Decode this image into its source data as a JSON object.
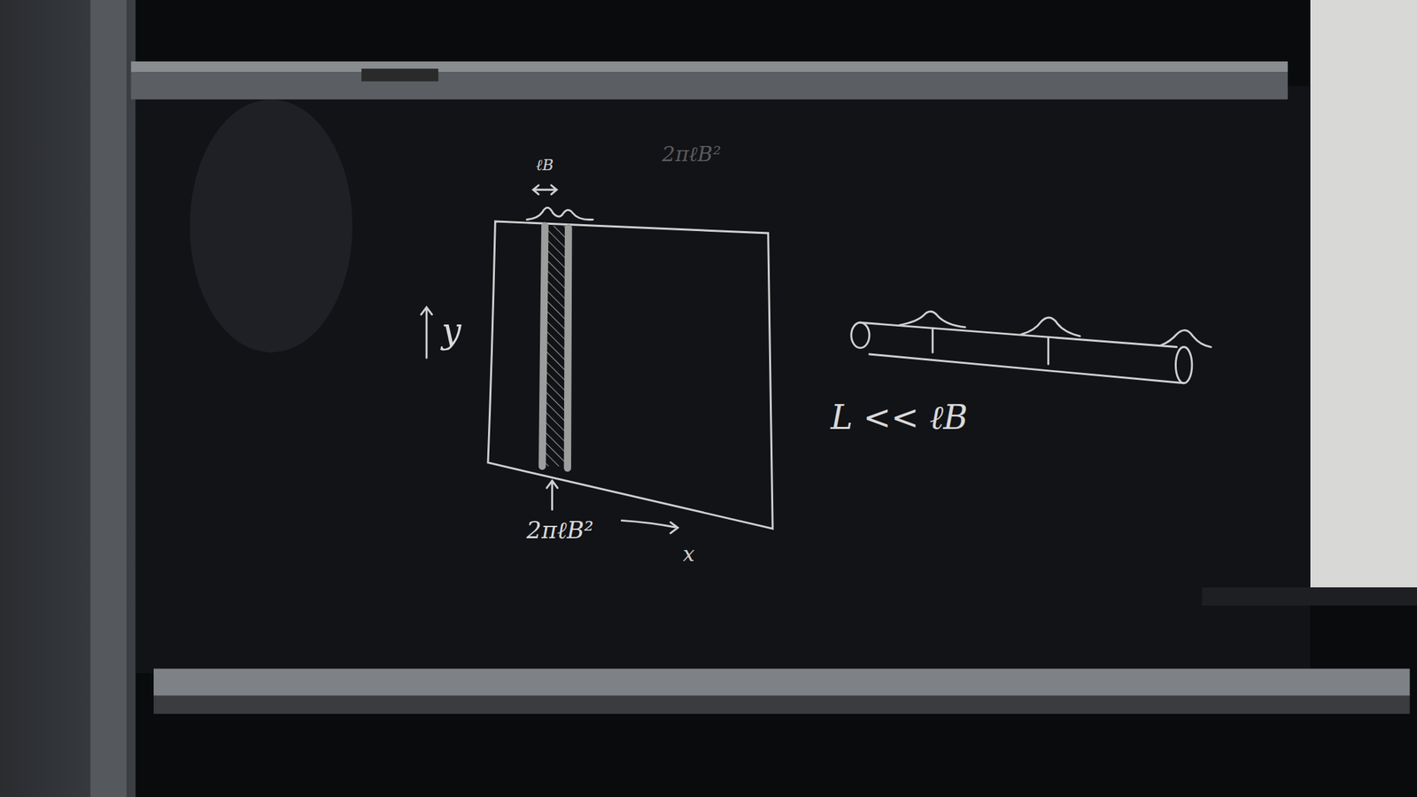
{
  "diagram": {
    "labels": [
      "2πℓB²",
      "ℓB",
      "y",
      "2πℓB²",
      "x",
      "L << ℓB"
    ]
  }
}
